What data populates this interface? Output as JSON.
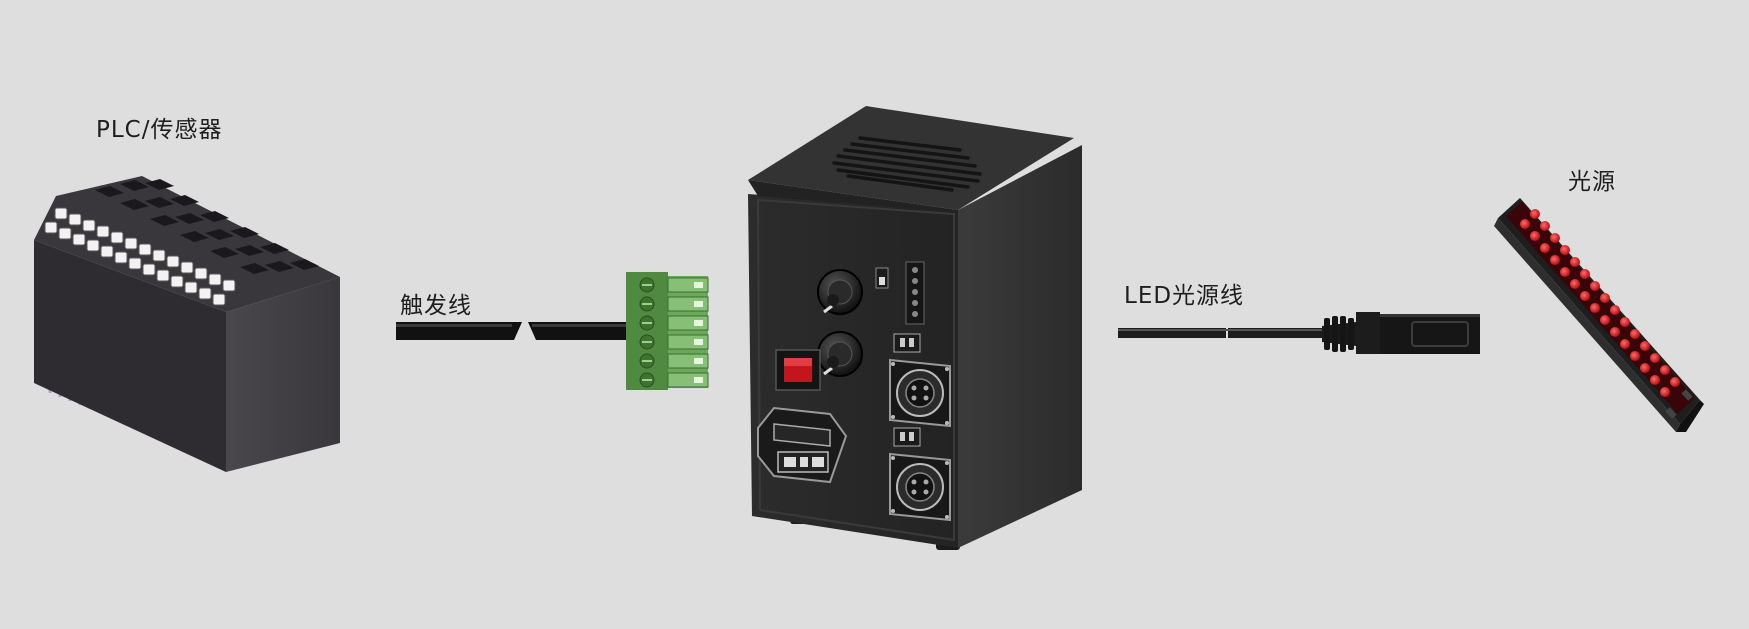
{
  "labels": {
    "plc_sensor": "PLC/传感器",
    "trigger_cable": "触发线",
    "led_cable": "LED光源线",
    "light_source": "光源"
  },
  "colors": {
    "background": "#dedede",
    "device_body": "#2a2a2a",
    "terminal_green": "#5f9b4e",
    "led_red": "#d0161b",
    "power_switch": "#c3161c"
  }
}
